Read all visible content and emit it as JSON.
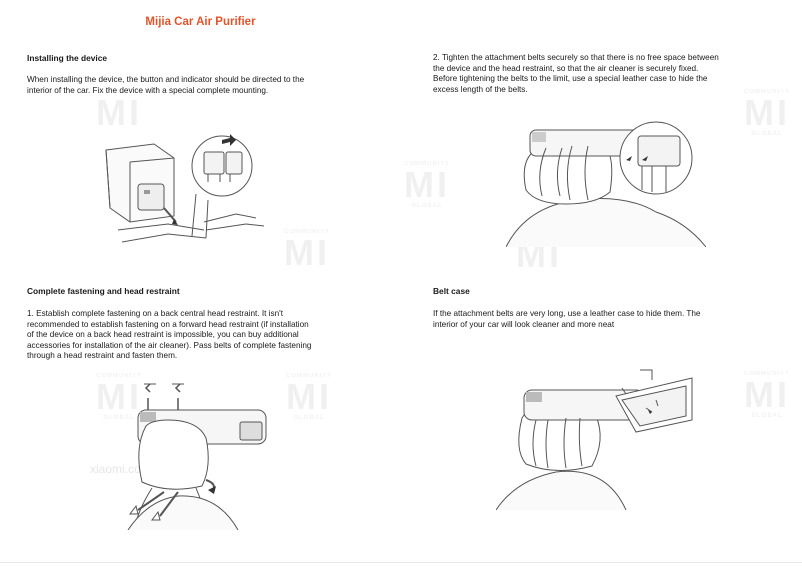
{
  "title": "Mijia Car Air Purifier",
  "sections": [
    {
      "heading": "Installing the device",
      "text": "When installing the device, the button and indicator should be directed to the\ninterior of the car. Fix the device with a special complete mounting."
    },
    {
      "heading": "",
      "text": "2. Tighten the attachment belts securely so that there is no free space between\nthe device and the head restraint, so that the air cleaner is securely fixed.\nBefore tightening the belts to the limit, use a special leather case to hide the\nexcess length of the belts."
    },
    {
      "heading": "Complete fastening and head restraint",
      "text": "1. Establish complete fastening on a back central head restraint. It isn't\nrecommended to establish fastening on a forward head restraint (if installation\nof the device on a back head restraint is impossible, you can buy additional\naccessories for installation of the air cleaner). Pass belts of complete fastening\nthrough a head restraint and fasten them."
    },
    {
      "heading": "Belt case",
      "text": "If the attachment belts are very long, use a leather case to hide them. The\ninterior of your car will look cleaner and more neat"
    }
  ],
  "watermark": {
    "logo": "MI",
    "top": "COMMUNITY",
    "bottom": "GLOBAL",
    "site": "xiaomi.com"
  },
  "colors": {
    "title": "#e2542b",
    "text": "#1a1a1a",
    "line_art": "#555555"
  }
}
